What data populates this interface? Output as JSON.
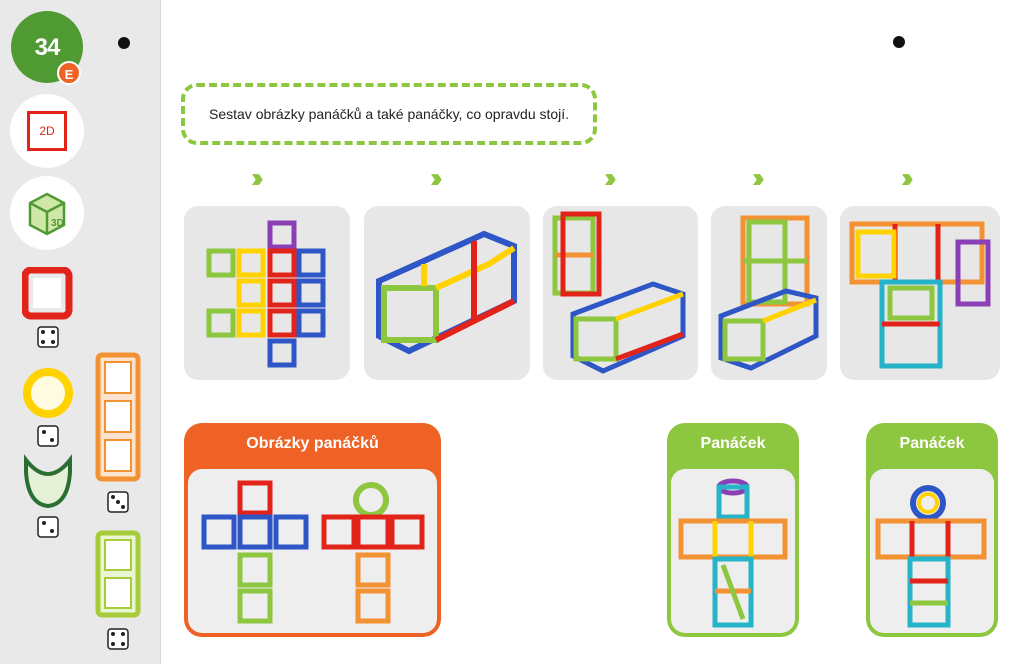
{
  "page": {
    "number": "34",
    "level": "E",
    "label_2d": "2D",
    "label_3d": "3D"
  },
  "instruction": "Sestav obrázky panáčků a také panáčky, co opravdu stojí.",
  "panels": {
    "pictures_title": "Obrázky panáčků",
    "figure1_title": "Panáček",
    "figure2_title": "Panáček"
  },
  "colors": {
    "green": "#8dc63f",
    "dark_green": "#4f9a33",
    "orange": "#ee6325",
    "red": "#e2231a",
    "yellow": "#ffd200",
    "blue": "#2f56c6",
    "purple": "#8a3fb5",
    "cyan": "#24b3c8"
  },
  "pieces": [
    {
      "shape": "square",
      "color": "red",
      "dice": 4
    },
    {
      "shape": "ring",
      "color": "yellow",
      "dice": 2
    },
    {
      "shape": "arc",
      "color": "dark green",
      "dice": 2
    },
    {
      "shape": "triple-square",
      "color": "orange",
      "dice": 3
    },
    {
      "shape": "double-square",
      "color": "light green",
      "dice": 4
    }
  ]
}
